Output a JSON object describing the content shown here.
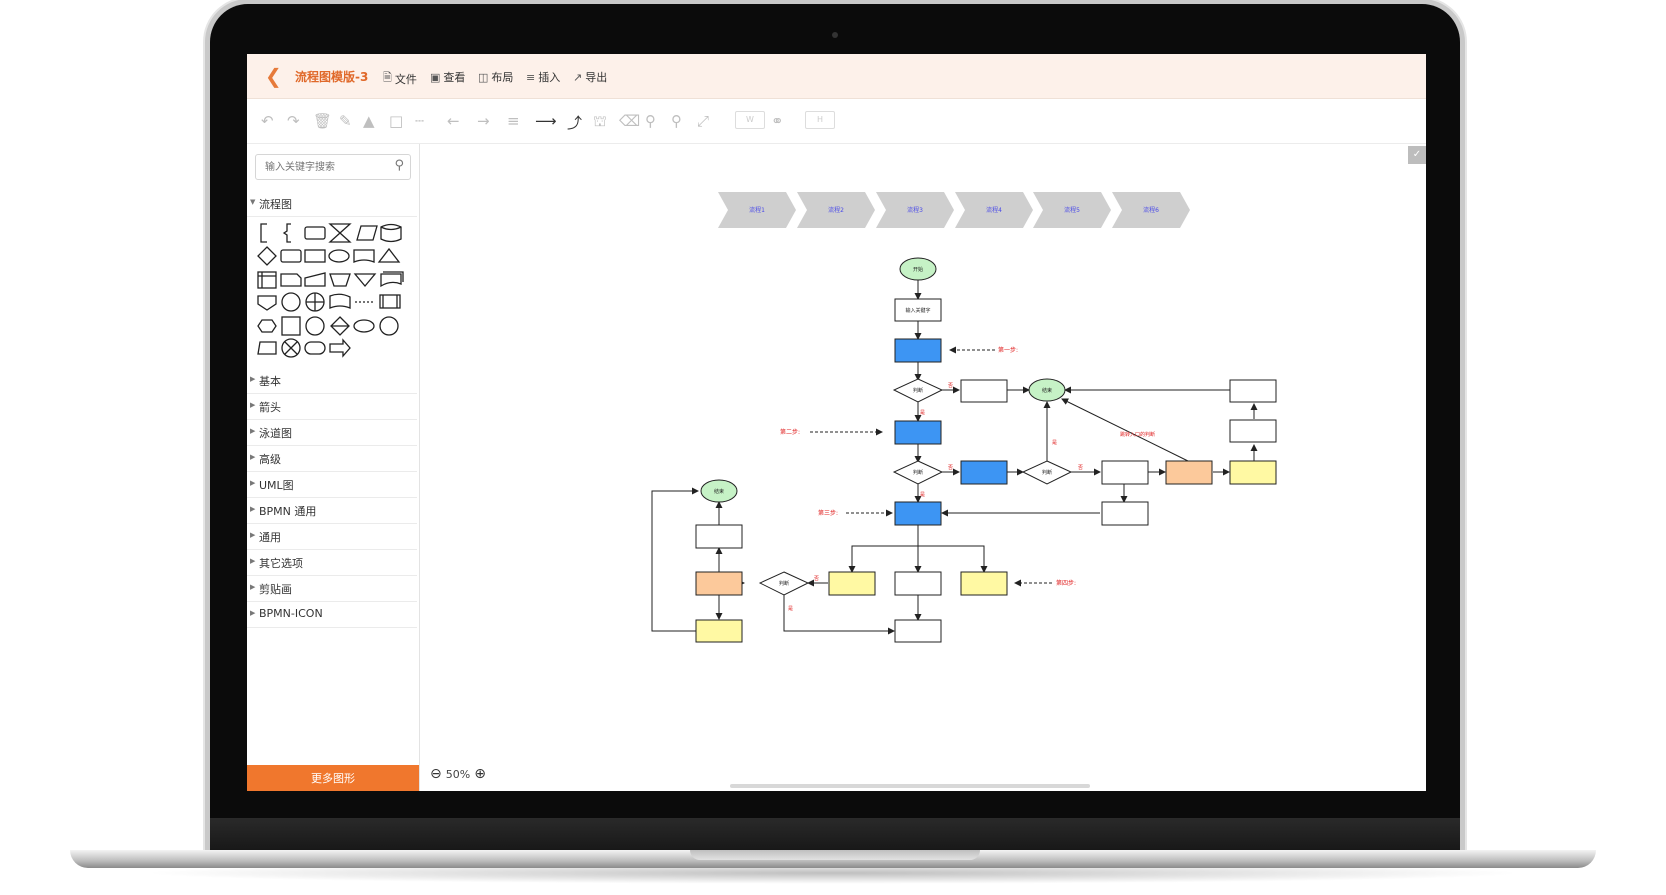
{
  "header": {
    "title": "流程图模版-3",
    "menu": [
      {
        "label": "文件",
        "icon": "file-icon"
      },
      {
        "label": "查看",
        "icon": "view-icon"
      },
      {
        "label": "布局",
        "icon": "layout-icon"
      },
      {
        "label": "插入",
        "icon": "insert-icon"
      },
      {
        "label": "导出",
        "icon": "export-icon"
      }
    ]
  },
  "sidebar": {
    "search_placeholder": "输入关键字搜索",
    "open_section": "流程图",
    "sections": [
      "基本",
      "箭头",
      "泳道图",
      "高级",
      "UML图",
      "BPMN 通用",
      "通用",
      "其它选项",
      "剪贴画",
      "BPMN-ICON"
    ],
    "more_button": "更多图形"
  },
  "canvas": {
    "zoom": "50%"
  },
  "colors": {
    "accent": "#f0772d",
    "header_bg": "#fdf1ea",
    "blue_box": "#3d95f3",
    "yellow_box": "#fff9a3",
    "orange_box": "#fcc99b",
    "green_terminal": "#c6f2c6",
    "note_red": "#e02020"
  },
  "diagram": {
    "phases": [
      "流程1",
      "流程2",
      "流程3",
      "流程4",
      "流程5",
      "流程6"
    ],
    "start": "开始",
    "input_step": "输入关键字",
    "decision": "判断",
    "end": "结束",
    "end2": "结束",
    "notes": {
      "step1": "第一步:",
      "step2": "第二步:",
      "step3": "第三步:",
      "step4": "第四步:",
      "loop": "跳转入口的判断"
    },
    "branch_no": "否",
    "branch_yes": "是"
  }
}
